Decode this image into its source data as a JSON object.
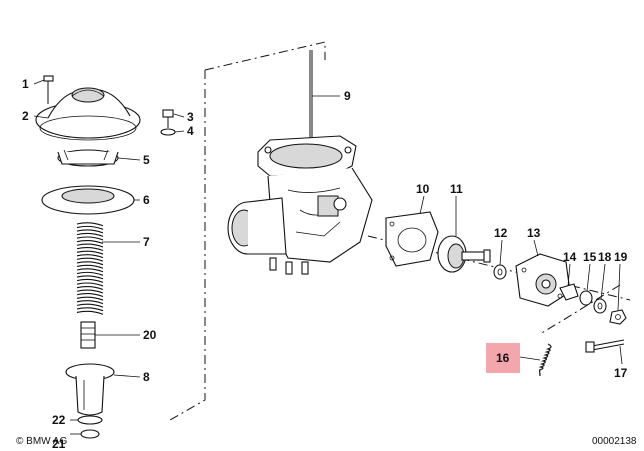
{
  "callouts": {
    "c1": "1",
    "c2": "2",
    "c3": "3",
    "c4": "4",
    "c5": "5",
    "c6": "6",
    "c7": "7",
    "c8": "8",
    "c9": "9",
    "c10": "10",
    "c11": "11",
    "c12": "12",
    "c13": "13",
    "c14": "14",
    "c15": "15",
    "c16": "16",
    "c17": "17",
    "c18": "18",
    "c19": "19",
    "c20": "20",
    "c21": "21",
    "c22": "22"
  },
  "highlight": {
    "part": "16",
    "color": "#f4a6ad"
  },
  "footer": {
    "copyright": "© BMW AG",
    "diagram_id": "00002138"
  }
}
